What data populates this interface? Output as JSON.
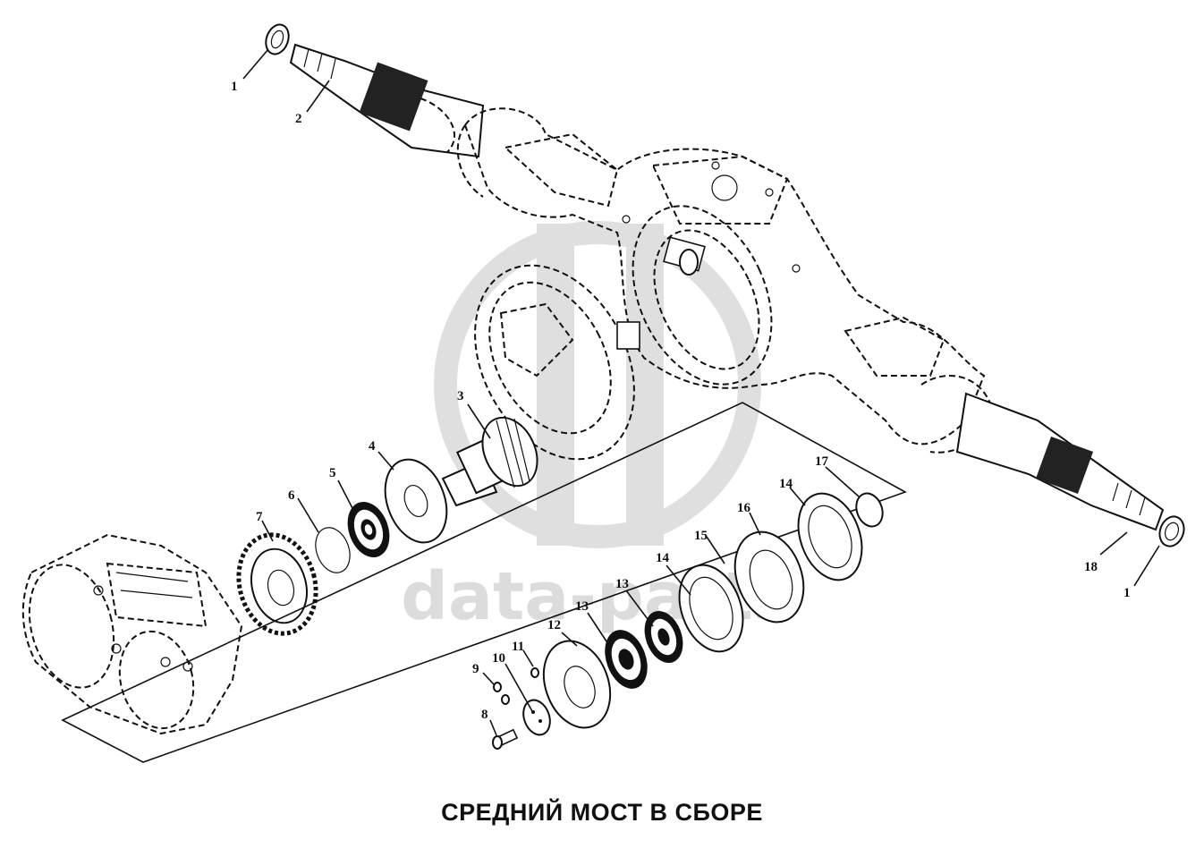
{
  "caption": "СРЕДНИЙ МОСТ В СБОРЕ",
  "watermark": "data-parts",
  "callouts": [
    {
      "id": "c1a",
      "text": "1"
    },
    {
      "id": "c2",
      "text": "2"
    },
    {
      "id": "c3",
      "text": "3"
    },
    {
      "id": "c4",
      "text": "4"
    },
    {
      "id": "c5",
      "text": "5"
    },
    {
      "id": "c6",
      "text": "6"
    },
    {
      "id": "c7",
      "text": "7"
    },
    {
      "id": "c8",
      "text": "8"
    },
    {
      "id": "c9",
      "text": "9"
    },
    {
      "id": "c10",
      "text": "10"
    },
    {
      "id": "c11",
      "text": "11"
    },
    {
      "id": "c12",
      "text": "12"
    },
    {
      "id": "c13a",
      "text": "13"
    },
    {
      "id": "c13b",
      "text": "13"
    },
    {
      "id": "c14a",
      "text": "14"
    },
    {
      "id": "c14b",
      "text": "14"
    },
    {
      "id": "c15",
      "text": "15"
    },
    {
      "id": "c16",
      "text": "16"
    },
    {
      "id": "c17",
      "text": "17"
    },
    {
      "id": "c18",
      "text": "18"
    },
    {
      "id": "c1b",
      "text": "1"
    }
  ],
  "colors": {
    "ink": "#111111",
    "watermark": "#d9d9d9",
    "background": "#ffffff"
  }
}
